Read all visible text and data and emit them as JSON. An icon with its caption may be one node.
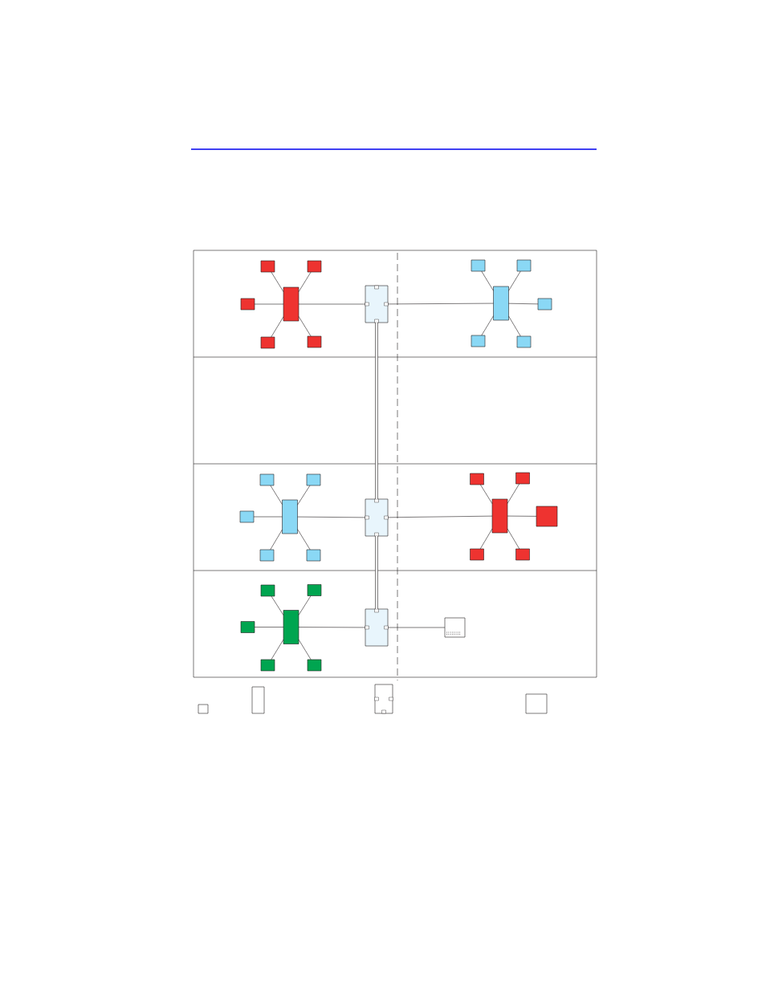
{
  "diagram": {
    "nodes": [
      {
        "text": [],
        "shape": "box"
      },
      {
        "text": [],
        "shape": "box"
      },
      {
        "text": [],
        "shape": "box"
      },
      {
        "text": [],
        "shape": "box"
      },
      {
        "text": [],
        "shape": "box"
      },
      {
        "text": [],
        "shape": "box"
      },
      {
        "text": [],
        "shape": "box"
      },
      {
        "text": [],
        "shape": "box"
      },
      {
        "text": [],
        "shape": "box"
      },
      {
        "text": [],
        "shape": "box"
      },
      {
        "text": [],
        "shape": "box"
      },
      {
        "text": [],
        "shape": "box"
      },
      {
        "text": [],
        "shape": "box"
      },
      {
        "text": [],
        "shape": "box"
      },
      {
        "text": [],
        "shape": "box"
      },
      {
        "text": [],
        "shape": "box"
      },
      {
        "text": [],
        "shape": "box"
      },
      {
        "text": [],
        "shape": "box"
      },
      {
        "text": [],
        "shape": "box"
      },
      {
        "text": [],
        "shape": "box"
      },
      {
        "text": [],
        "shape": "box"
      },
      {
        "text": [],
        "shape": "box"
      },
      {
        "text": [],
        "shape": "box"
      },
      {
        "text": [],
        "shape": "box"
      },
      {
        "text": [],
        "shape": "box"
      },
      {
        "text": [],
        "shape": "box"
      },
      {
        "text": [],
        "shape": "box"
      },
      {
        "text": [],
        "shape": "box"
      },
      {
        "text": [],
        "shape": "box"
      },
      {
        "text": [],
        "shape": "box"
      },
      {
        "text": [],
        "shape": "box"
      },
      {
        "text": [],
        "shape": "box"
      },
      {
        "text": [],
        "shape": "box"
      },
      {
        "text": [],
        "shape": "box"
      },
      {
        "text": [],
        "shape": "box"
      },
      {
        "text": [],
        "shape": "box"
      },
      {
        "text": [],
        "shape": "box"
      },
      {
        "text": [],
        "shape": "box"
      }
    ],
    "edges": [
      {
        "from": 1,
        "to": 0,
        "arrow": "none"
      },
      {
        "from": 2,
        "to": 0,
        "arrow": "none"
      },
      {
        "from": 3,
        "to": 0,
        "arrow": "none"
      },
      {
        "from": 4,
        "to": 0,
        "arrow": "none"
      },
      {
        "from": 5,
        "to": 0,
        "arrow": "none"
      },
      {
        "from": 0,
        "to": 6,
        "arrow": "none"
      },
      {
        "from": 6,
        "to": 7,
        "arrow": "none"
      },
      {
        "from": 7,
        "to": 8,
        "arrow": "none"
      },
      {
        "from": 7,
        "to": 9,
        "arrow": "none"
      },
      {
        "from": 7,
        "to": 10,
        "arrow": "none"
      },
      {
        "from": 7,
        "to": 11,
        "arrow": "none"
      },
      {
        "from": 7,
        "to": 12,
        "arrow": "none"
      },
      {
        "from": 6,
        "to": 19,
        "arrow": "none",
        "style": "thick"
      },
      {
        "from": 19,
        "to": 32,
        "arrow": "none",
        "style": "thick"
      },
      {
        "from": 14,
        "to": 13,
        "arrow": "none"
      },
      {
        "from": 15,
        "to": 13,
        "arrow": "none"
      },
      {
        "from": 16,
        "to": 13,
        "arrow": "none"
      },
      {
        "from": 17,
        "to": 13,
        "arrow": "none"
      },
      {
        "from": 18,
        "to": 13,
        "arrow": "none"
      },
      {
        "from": 13,
        "to": 19,
        "arrow": "none"
      },
      {
        "from": 19,
        "to": 20,
        "arrow": "none"
      },
      {
        "from": 20,
        "to": 21,
        "arrow": "none"
      },
      {
        "from": 20,
        "to": 22,
        "arrow": "none"
      },
      {
        "from": 20,
        "to": 23,
        "arrow": "none"
      },
      {
        "from": 20,
        "to": 24,
        "arrow": "none"
      },
      {
        "from": 20,
        "to": 25,
        "arrow": "none"
      },
      {
        "from": 27,
        "to": 26,
        "arrow": "none"
      },
      {
        "from": 28,
        "to": 26,
        "arrow": "none"
      },
      {
        "from": 29,
        "to": 26,
        "arrow": "none"
      },
      {
        "from": 30,
        "to": 26,
        "arrow": "none"
      },
      {
        "from": 31,
        "to": 26,
        "arrow": "none"
      },
      {
        "from": 26,
        "to": 32,
        "arrow": "none"
      },
      {
        "from": 32,
        "to": 33,
        "arrow": "none"
      }
    ]
  }
}
